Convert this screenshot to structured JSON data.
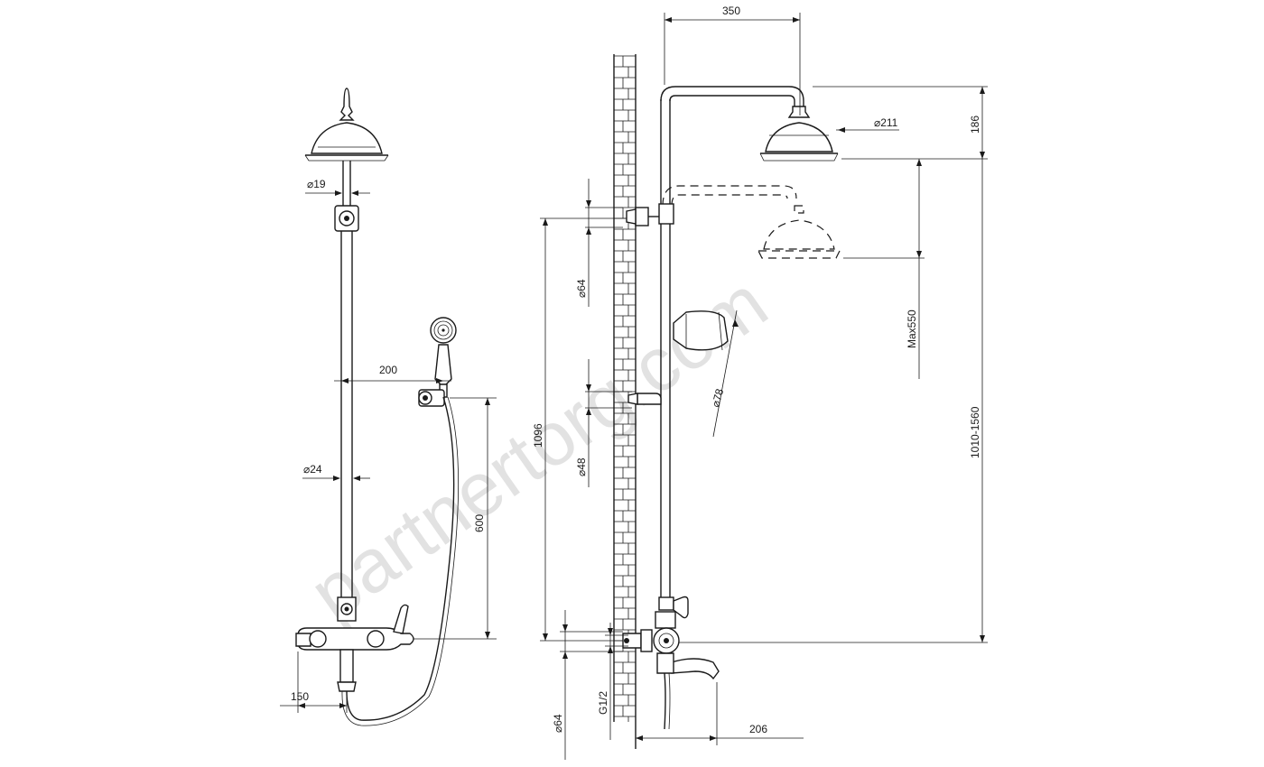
{
  "front_view": {
    "dim_rod_diameter": "⌀19",
    "dim_pipe_diameter": "⌀24",
    "dim_holder_offset": "200",
    "dim_hose_height": "600",
    "dim_mixer_offset": "150"
  },
  "side_view": {
    "dim_top_reach": "350",
    "dim_head_diameter": "⌀211",
    "dim_head_drop": "186",
    "dim_flange_upper": "⌀64",
    "dim_handle_diameter": "⌀78",
    "dim_max_slide": "Max550",
    "dim_holder_flange": "⌀48",
    "dim_outlet_height": "1096",
    "dim_total_height": "1010-1560",
    "dim_flange_lower": "⌀64",
    "dim_thread": "G1/2",
    "dim_spout_reach": "206"
  },
  "watermark": "partnertorg.com"
}
